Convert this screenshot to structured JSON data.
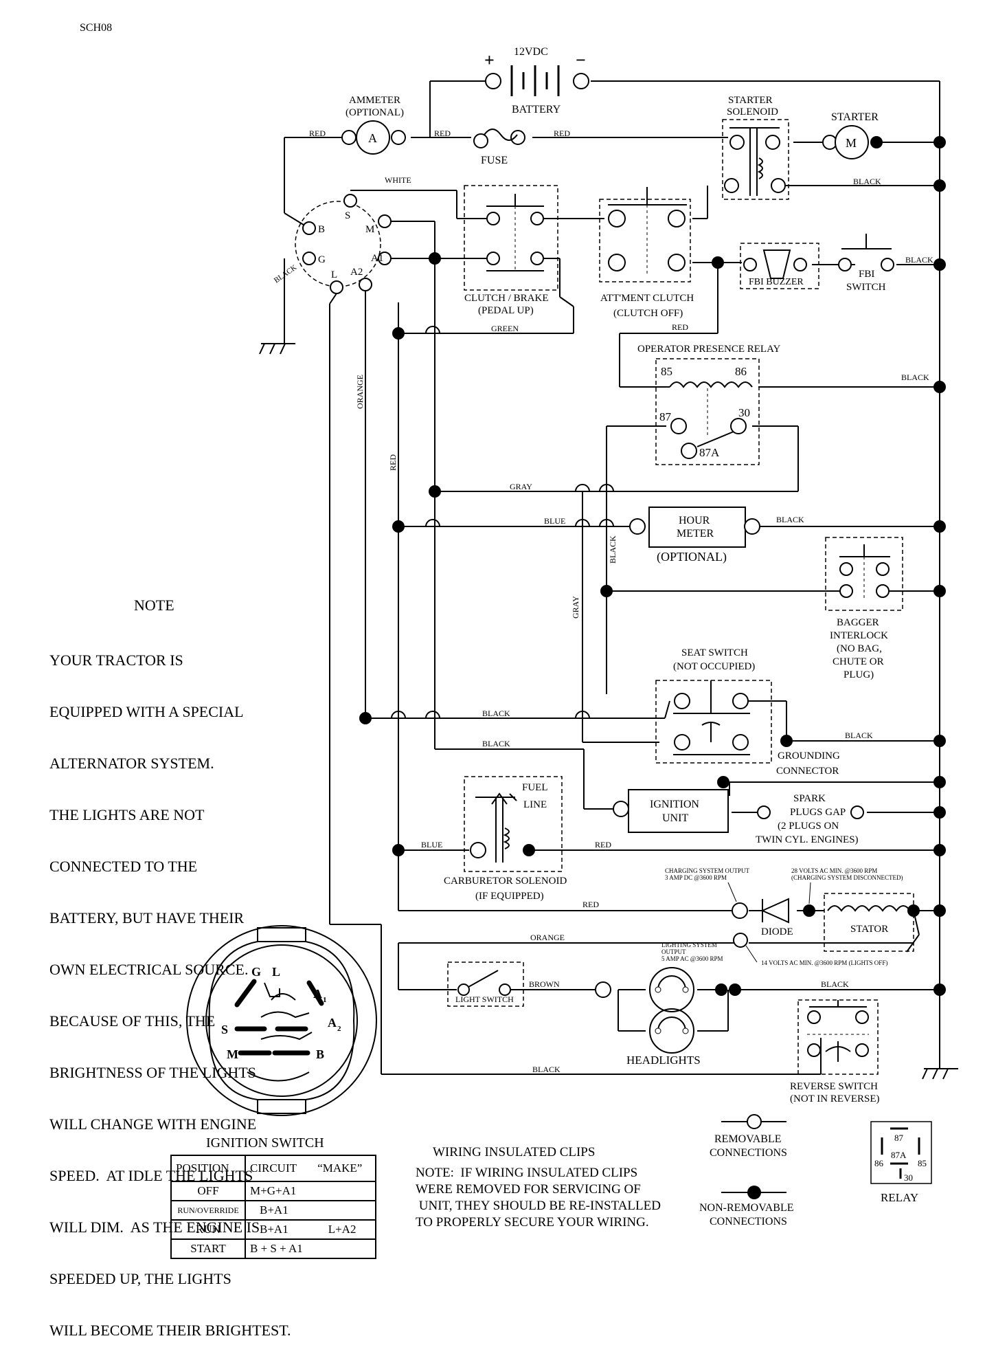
{
  "page_code": "SCH08",
  "battery": {
    "voltage": "12VDC",
    "label": "BATTERY",
    "plus": "+",
    "minus": "−"
  },
  "ammeter": {
    "label": "AMMETER",
    "sub": "(OPTIONAL)",
    "symbol": "A"
  },
  "fuse": {
    "label": "FUSE"
  },
  "starter_solenoid": {
    "line1": "STARTER",
    "line2": "SOLENOID"
  },
  "starter": {
    "label": "STARTER",
    "symbol": "M"
  },
  "ignition_terminals": {
    "B": "B",
    "S": "S",
    "M": "M",
    "G": "G",
    "L": "L",
    "A1": "A1",
    "A2": "A2"
  },
  "wires": {
    "red": "RED",
    "white": "WHITE",
    "black": "BLACK",
    "green": "GREEN",
    "gray": "GRAY",
    "blue": "BLUE",
    "orange": "ORANGE",
    "brown": "BROWN"
  },
  "clutch_brake": {
    "line1": "CLUTCH / BRAKE",
    "line2": "(PEDAL UP)"
  },
  "attment_clutch": {
    "line1": "ATT'MENT CLUTCH",
    "line2": "(CLUTCH OFF)"
  },
  "fbi_buzzer": {
    "label": "FBI BUZZER"
  },
  "fbi_switch": {
    "line1": "FBI",
    "line2": "SWITCH"
  },
  "relay_box": {
    "label": "OPERATOR PRESENCE RELAY",
    "t85": "85",
    "t86": "86",
    "t87": "87",
    "t30": "30",
    "t87a": "87A"
  },
  "hour_meter": {
    "line1": "HOUR",
    "line2": "METER",
    "sub": "(OPTIONAL)"
  },
  "bagger": {
    "lines": [
      "BAGGER",
      "INTERLOCK",
      "(NO BAG,",
      "CHUTE OR",
      "PLUG)"
    ]
  },
  "seat_switch": {
    "line1": "SEAT SWITCH",
    "line2": "(NOT OCCUPIED)"
  },
  "grounding": {
    "line1": "GROUNDING",
    "line2": "CONNECTOR"
  },
  "fuel_line": {
    "line1": "FUEL",
    "line2": "LINE"
  },
  "carb_solenoid": {
    "line1": "CARBURETOR SOLENOID",
    "line2": "(IF EQUIPPED)"
  },
  "ignition_unit": {
    "line1": "IGNITION",
    "line2": "UNIT"
  },
  "spark": {
    "lines": [
      "SPARK",
      "PLUGS GAP",
      "(2 PLUGS ON",
      "TWIN CYL. ENGINES)"
    ]
  },
  "charging": {
    "out1": "CHARGING SYSTEM OUTPUT",
    "out2": "3 AMP DC @3600 RPM",
    "v1": "28 VOLTS AC MIN. @3600 RPM",
    "v2": "(CHARGING SYSTEM DISCONNECTED)"
  },
  "diode": {
    "label": "DIODE"
  },
  "stator": {
    "label": "STATOR"
  },
  "lighting": {
    "l1": "LIGHTING SYSTEM",
    "l2": "OUTPUT",
    "l3": "5 AMP AC @3600 RPM",
    "v": "14 VOLTS AC MIN. @3600 RPM (LIGHTS OFF)"
  },
  "light_switch": {
    "label": "LIGHT SWITCH"
  },
  "headlights": {
    "label": "HEADLIGHTS"
  },
  "reverse_switch": {
    "line1": "REVERSE SWITCH",
    "line2": "(NOT IN REVERSE)"
  },
  "legend": {
    "removable1": "REMOVABLE",
    "removable2": "CONNECTIONS",
    "nonremovable1": "NON-REMOVABLE",
    "nonremovable2": "CONNECTIONS"
  },
  "relay_icon": {
    "label": "RELAY",
    "t87": "87",
    "t87a": "87A",
    "t86": "86",
    "t85": "85",
    "t30": "30"
  },
  "note": {
    "title": "NOTE",
    "lines": [
      "YOUR TRACTOR IS",
      "EQUIPPED WITH A SPECIAL",
      "ALTERNATOR SYSTEM.",
      "THE LIGHTS ARE NOT",
      "CONNECTED TO THE",
      "BATTERY, BUT HAVE THEIR",
      "OWN ELECTRICAL SOURCE.",
      "BECAUSE OF THIS, THE",
      "BRIGHTNESS OF THE LIGHTS",
      "WILL CHANGE WITH ENGINE",
      "SPEED.  AT IDLE THE LIGHTS",
      "WILL DIM.  AS THE ENGINE IS",
      "SPEEDED UP, THE LIGHTS",
      "WILL BECOME THEIR BRIGHTEST."
    ]
  },
  "ignition_switch": {
    "title": "IGNITION SWITCH",
    "icon_labels": {
      "G": "G",
      "L": "L",
      "A1": "A",
      "A1sub": "1",
      "A2": "A",
      "A2sub": "2",
      "S": "S",
      "M": "M",
      "B": "B"
    },
    "headers": {
      "position": "POSITION",
      "circuit": "CIRCUIT",
      "make": "“MAKE”"
    },
    "rows": [
      {
        "position": "OFF",
        "circuit": "M+G+A1",
        "extra": ""
      },
      {
        "position": "RUN/OVERRIDE",
        "circuit": "B+A1",
        "extra": ""
      },
      {
        "position": "RUN",
        "circuit": "B+A1",
        "extra": "L+A2"
      },
      {
        "position": "START",
        "circuit": "B + S + A1",
        "extra": ""
      }
    ]
  },
  "wiring_clips": {
    "title": "WIRING INSULATED CLIPS",
    "lines": [
      "NOTE:  IF WIRING INSULATED CLIPS",
      "WERE REMOVED FOR SERVICING OF",
      " UNIT, THEY SHOULD BE RE-INSTALLED",
      "TO PROPERLY SECURE YOUR WIRING."
    ]
  }
}
